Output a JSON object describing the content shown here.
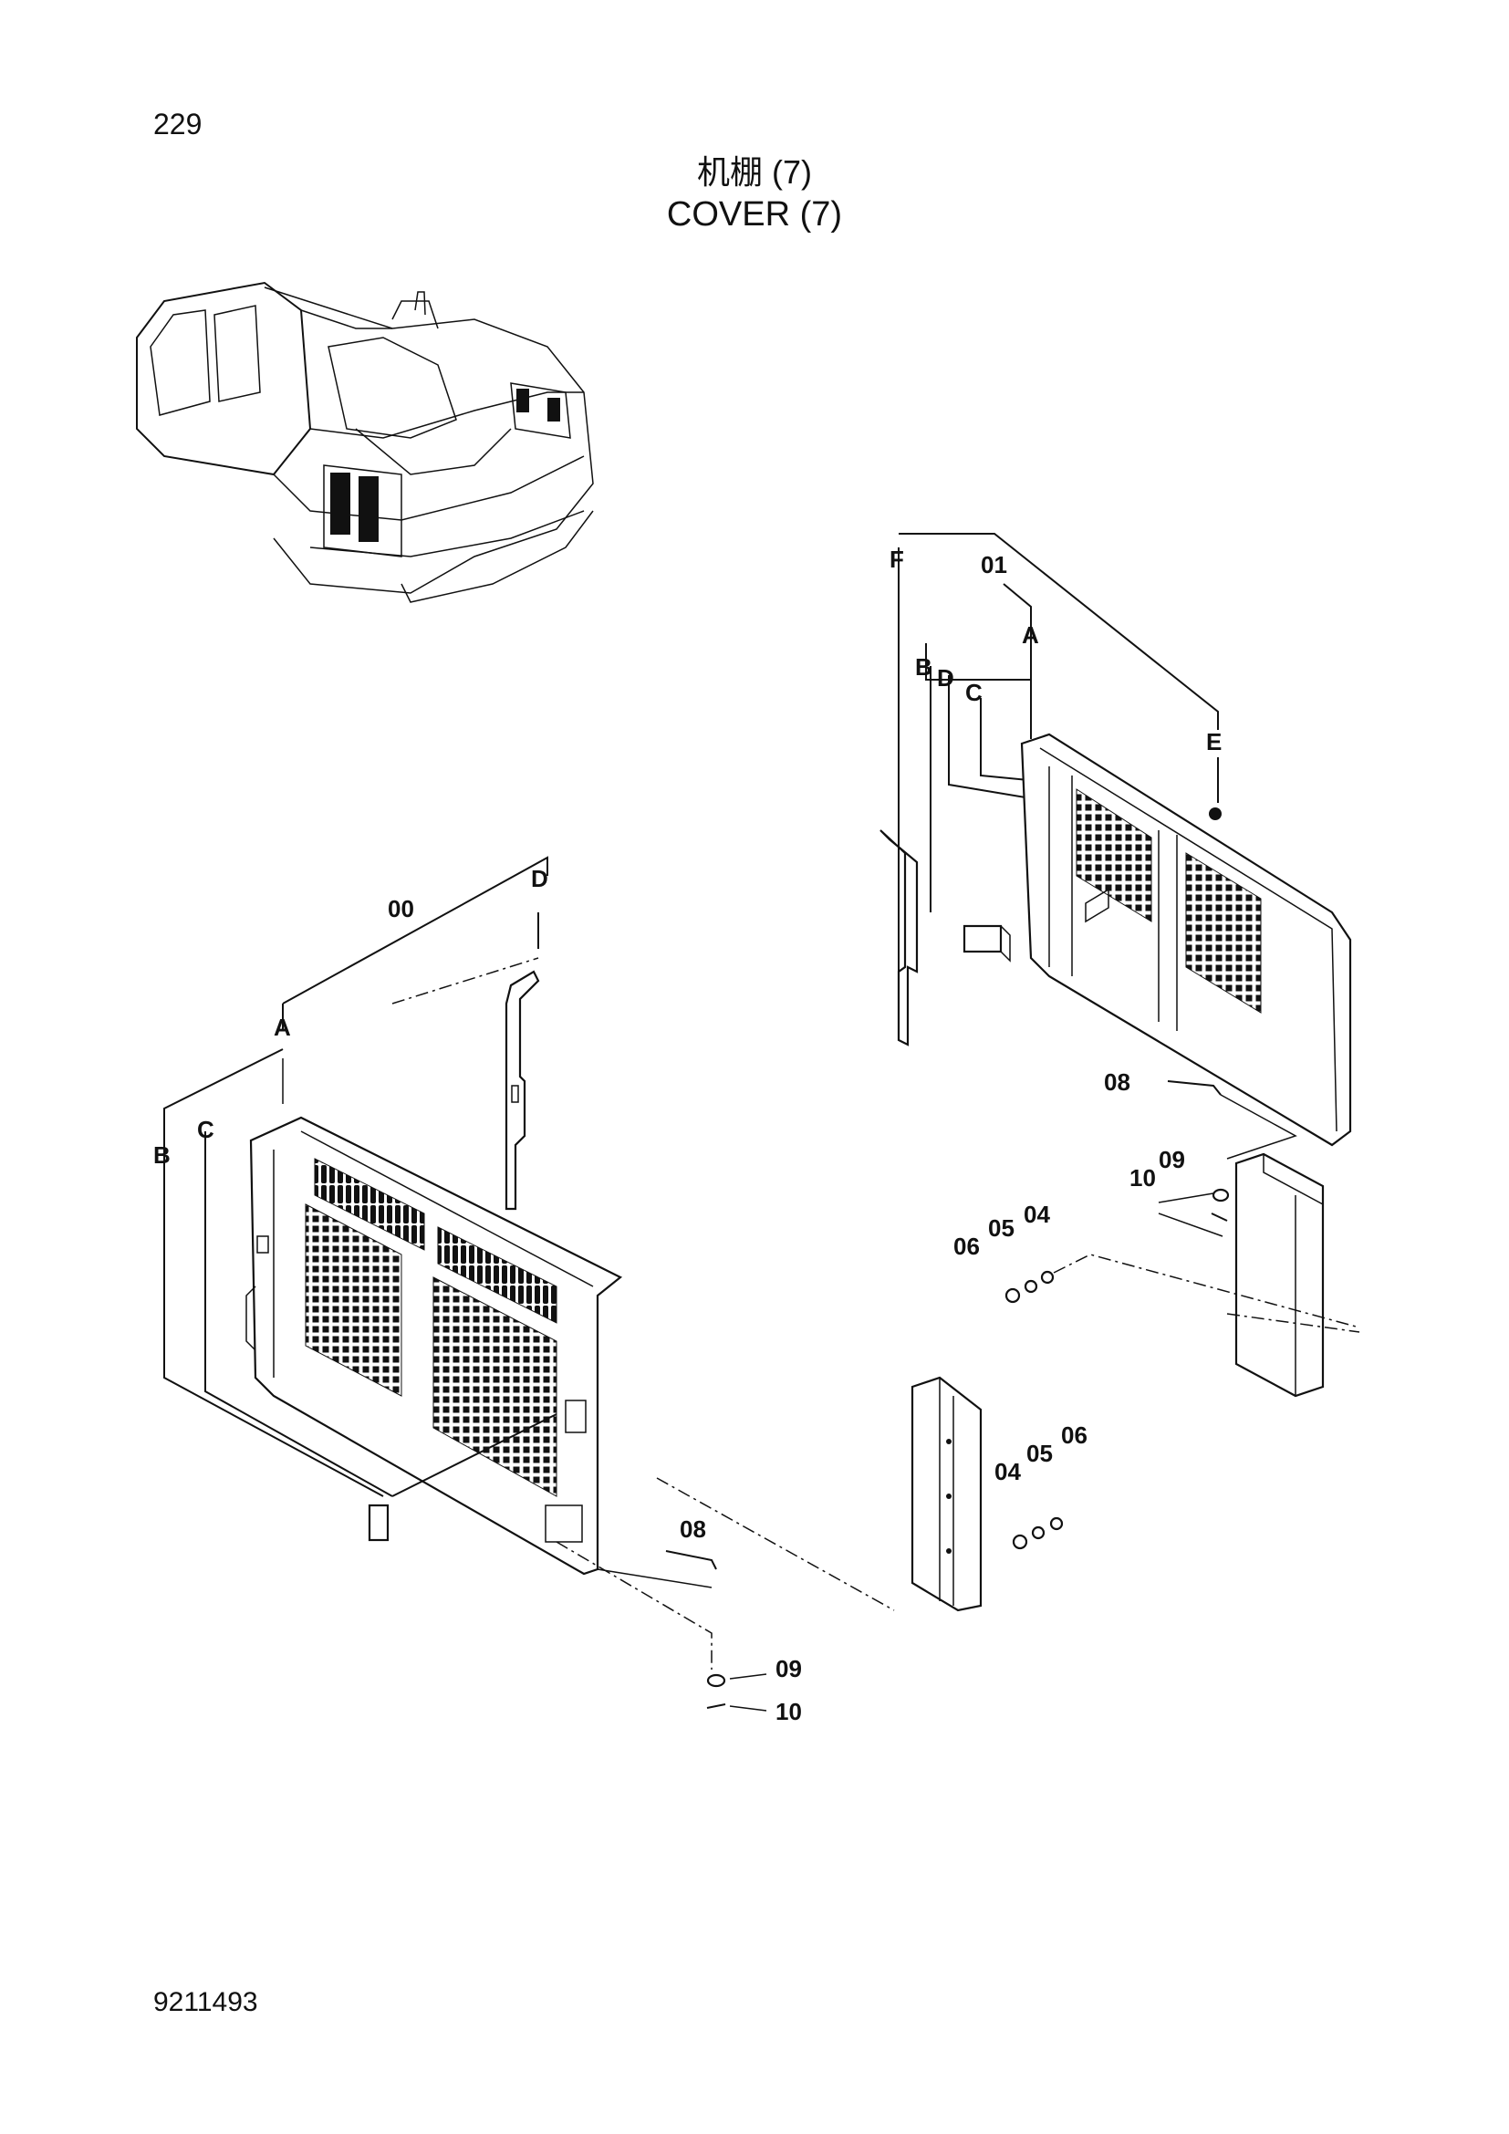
{
  "page": {
    "page_number": "229",
    "title_cn": "机棚 (7)",
    "title_en": "COVER (7)",
    "doc_number": "9211493"
  },
  "callouts": {
    "right_assembly": {
      "F": "F",
      "p01": "01",
      "A": "A",
      "B": "B",
      "D": "D",
      "C": "C",
      "E": "E",
      "p08": "08",
      "p09": "09",
      "p10": "10",
      "p06": "06",
      "p05": "05",
      "p04": "04"
    },
    "left_assembly": {
      "p00": "00",
      "D": "D",
      "A": "A",
      "B": "B",
      "C": "C",
      "p08": "08",
      "p09": "09",
      "p10": "10",
      "p04": "04",
      "p05": "05",
      "p06": "06"
    }
  }
}
